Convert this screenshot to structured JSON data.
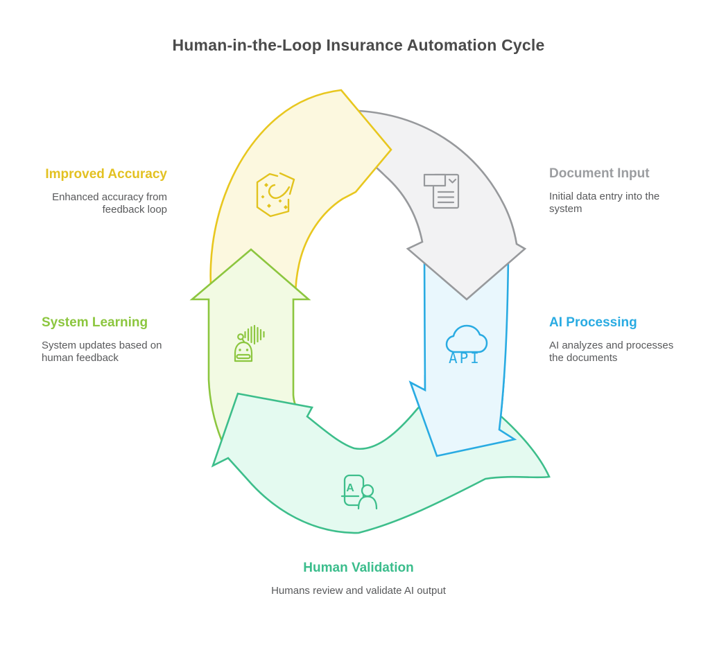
{
  "title": "Human-in-the-Loop Insurance Automation Cycle",
  "stages": [
    {
      "id": "document-input",
      "label": "Document Input",
      "description": "Initial data entry into the system",
      "color": "#97999C",
      "fill": "#F2F2F3",
      "icon": "document-form-icon"
    },
    {
      "id": "ai-processing",
      "label": "AI Processing",
      "description": "AI analyzes and processes the documents",
      "color": "#29ABE2",
      "fill": "#E9F7FD",
      "icon": "cloud-api-icon",
      "icon_text": "API"
    },
    {
      "id": "human-validation",
      "label": "Human Validation",
      "description": "Humans review and validate AI output",
      "color": "#3DBE8B",
      "fill": "#E4FAF0",
      "icon": "id-card-person-icon",
      "icon_text": "A"
    },
    {
      "id": "system-learning",
      "label": "System Learning",
      "description": "System updates based on human feedback",
      "color": "#8CC63F",
      "fill": "#F2FAE3",
      "icon": "robot-voice-icon"
    },
    {
      "id": "improved-accuracy",
      "label": "Improved Accuracy",
      "description": "Enhanced accuracy from feedback loop",
      "color": "#E3C122",
      "fill": "#FCF8DF",
      "icon": "arrow-sparkle-icon"
    }
  ]
}
